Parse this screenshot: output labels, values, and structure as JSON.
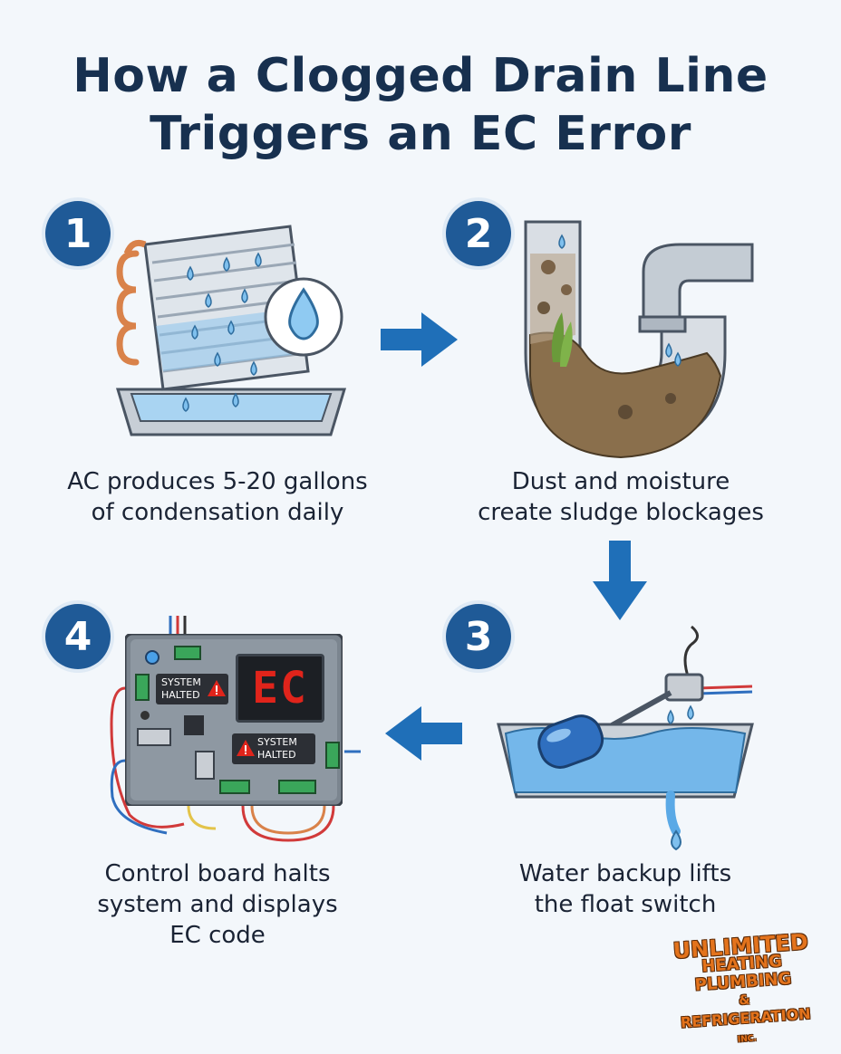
{
  "title": {
    "line1": "How a Clogged Drain Line",
    "line2": "Triggers an EC Error"
  },
  "steps": [
    {
      "number": "1",
      "caption_line1": "AC produces 5-20 gallons",
      "caption_line2": "of condensation daily"
    },
    {
      "number": "2",
      "caption_line1": "Dust and moisture",
      "caption_line2": "create sludge blockages"
    },
    {
      "number": "3",
      "caption_line1": "Water backup lifts",
      "caption_line2": "the float switch"
    },
    {
      "number": "4",
      "caption_line1": "Control board halts",
      "caption_line2": "system and displays",
      "caption_line3": "EC code"
    }
  ],
  "board": {
    "display_code": "EC",
    "warning1_line1": "SYSTEM",
    "warning1_line2": "HALTED",
    "warning2_line1": "SYSTEM",
    "warning2_line2": "HALTED"
  },
  "logo": {
    "line1": "UNLIMITED",
    "line2": "HEATING",
    "line3": "PLUMBING",
    "line4": "&",
    "line5": "REFRIGERATION",
    "suffix": "INC."
  },
  "colors": {
    "badge": "#1f5a97",
    "arrow": "#1f6fb8",
    "water": "#5aa9e6",
    "copper": "#d9824a",
    "led_red": "#e0241b",
    "logo_orange": "#e3731c"
  },
  "icons": [
    "water-drop-icon",
    "arrow-right-icon",
    "arrow-down-icon",
    "arrow-left-icon",
    "warning-icon"
  ]
}
